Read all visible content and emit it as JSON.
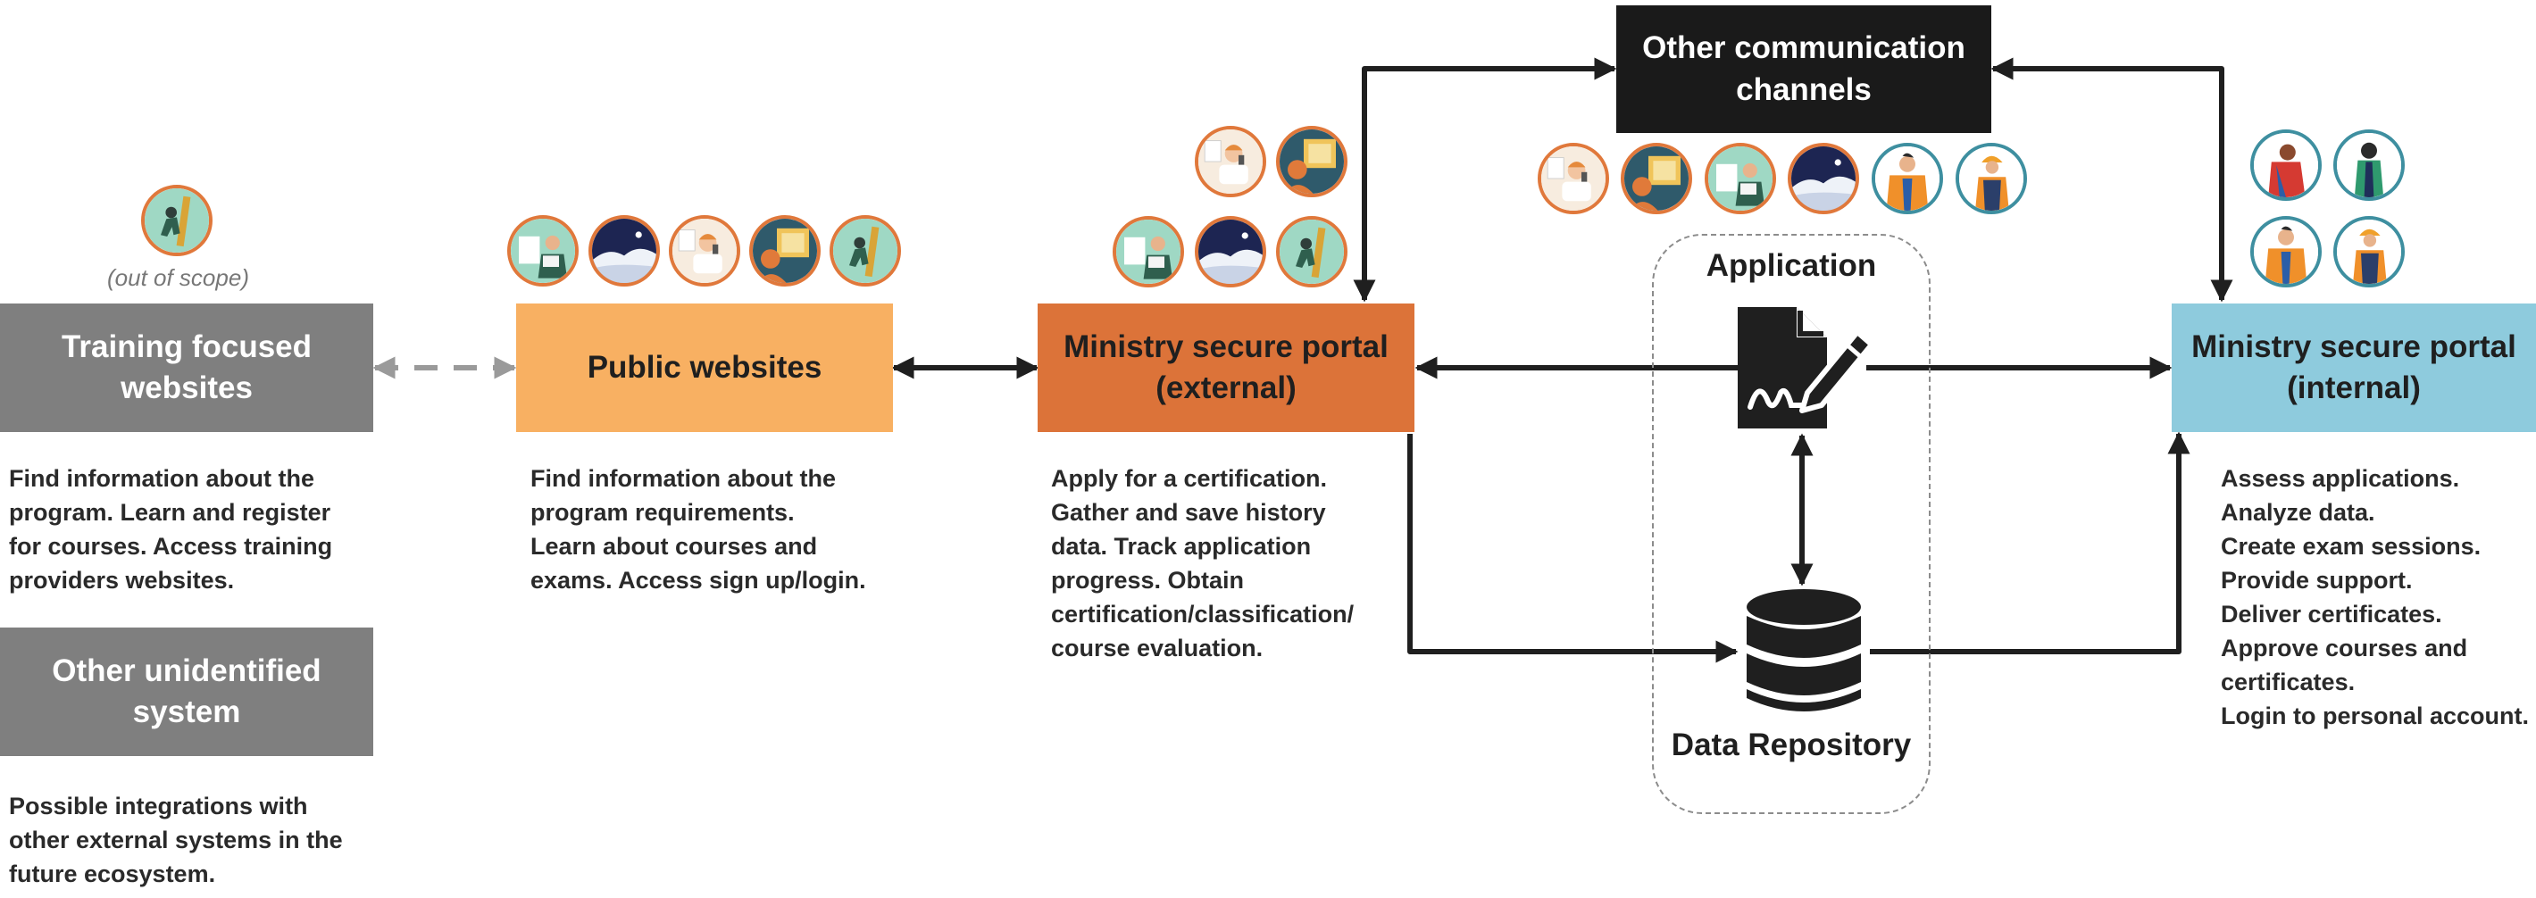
{
  "nodes": {
    "training": {
      "title": "Training focused websites"
    },
    "other_system": {
      "title": "Other unidentified system"
    },
    "public": {
      "title": "Public websites"
    },
    "ext_portal": {
      "title": "Ministry secure portal (external)"
    },
    "comm": {
      "title": "Other communication channels"
    },
    "int_portal": {
      "title": "Ministry secure portal (internal)"
    },
    "application": {
      "label": "Application",
      "icon": "document-signature-icon"
    },
    "repository": {
      "label": "Data Repository",
      "icon": "database-icon"
    }
  },
  "notes": {
    "out_of_scope": "(out of scope)"
  },
  "descriptions": {
    "training": [
      "Find information about the",
      "program. Learn and register",
      "for courses. Access training",
      "providers websites."
    ],
    "other_system": [
      "Possible integrations with",
      "other external systems in the",
      "future ecosystem."
    ],
    "public": [
      "Find information about the",
      "program requirements.",
      "Learn about courses and",
      "exams. Access sign up/login."
    ],
    "ext_portal": [
      "Apply for a certification.",
      "Gather and save history",
      "data. Track application",
      "progress. Obtain",
      "certification/classification/",
      "course evaluation."
    ],
    "int_portal": [
      "Assess applications.",
      "Analyze data.",
      "Create exam sessions.",
      "Provide support.",
      "Deliver certificates.",
      "Approve courses and",
      "certificates.",
      "Login to personal account."
    ]
  },
  "colors": {
    "gray_box": "#7f7f7f",
    "public_box": "#f8b062",
    "external_box": "#dc7339",
    "internal_box": "#8ecbdd",
    "comm_box": "#1a1a1a",
    "arrow": "#1f1f1f",
    "dashed_arrow": "#9a9a9a"
  },
  "personas": {
    "climber": "persona-climber-avatar",
    "night": "persona-night-avatar",
    "phone": "persona-phone-avatar",
    "certificate": "persona-certificate-avatar",
    "reader": "persona-reader-avatar",
    "worker_red": "persona-worker-red-avatar",
    "worker_green": "persona-worker-green-avatar",
    "worker_orange": "persona-worker-orange-avatar",
    "worker_helmet": "persona-worker-helmet-avatar"
  }
}
